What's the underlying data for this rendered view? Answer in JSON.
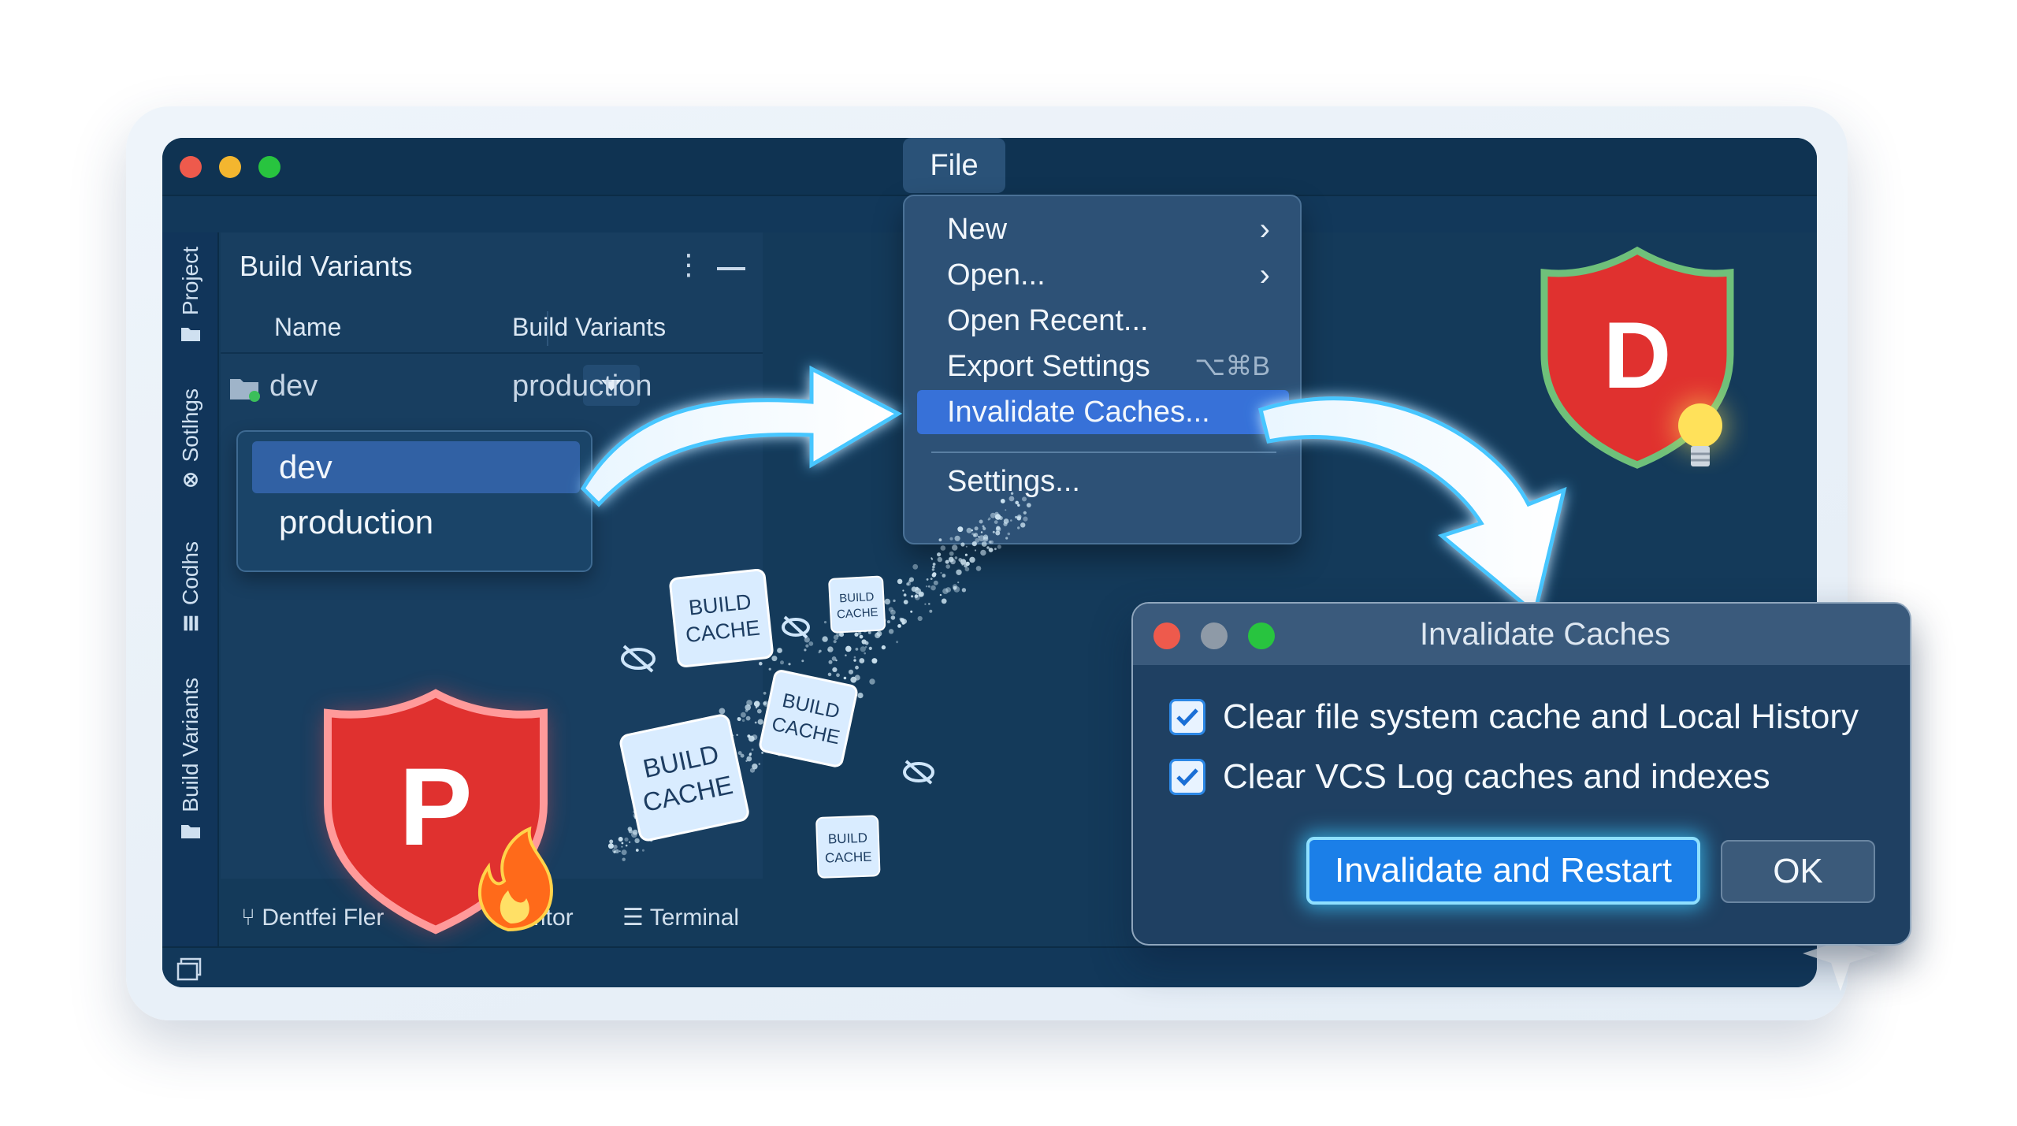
{
  "window": {
    "menu_label": "File",
    "traffic_colors": [
      "#ee5a4c",
      "#f3b62f",
      "#28c43f"
    ]
  },
  "sidebar": {
    "tabs": [
      {
        "label": "Project",
        "icon": "folder-icon"
      },
      {
        "label": "Sotlhgs",
        "icon": "gear-icon"
      },
      {
        "label": "Codhs",
        "icon": "bars-icon"
      },
      {
        "label": "Build Variants",
        "icon": "folder-icon"
      }
    ]
  },
  "panel": {
    "title": "Build Variants",
    "columns": [
      "Name",
      "Build Variants"
    ],
    "row": {
      "name": "dev",
      "variant": "production"
    },
    "dropdown_options": [
      "dev",
      "production"
    ],
    "selected_option": "dev"
  },
  "menu": {
    "items": [
      {
        "label": "New",
        "submenu": true
      },
      {
        "label": "Open...",
        "submenu": true
      },
      {
        "label": "Open Recent...",
        "submenu": false
      },
      {
        "label": "Export Settings",
        "shortcut": "⌥⌘B"
      },
      {
        "label": "Invalidate Caches...",
        "highlighted": true
      },
      {
        "label": "Settings...",
        "submenu": false
      }
    ]
  },
  "bottom_tabs": [
    "Dentfei Fler",
    "…itor",
    "Terminal"
  ],
  "dialog": {
    "title": "Invalidate Caches",
    "options": [
      {
        "label": "Clear file system cache and Local History",
        "checked": true
      },
      {
        "label": "Clear VCS Log caches and indexes",
        "checked": true
      }
    ],
    "primary_button": "Invalidate and Restart",
    "secondary_button": "OK"
  },
  "decor": {
    "cache_cards": [
      "BUILD\nCACHE",
      "BUILD\nCACHE",
      "BUILD\nCACHE",
      "BUILD\nCACHE",
      "BUILD\nCACHE"
    ],
    "shield_production_letter": "P",
    "shield_dev_letter": "D",
    "colors": {
      "accent": "#3771d8",
      "shield_red": "#e0312f",
      "glow": "#35c8ff"
    }
  }
}
